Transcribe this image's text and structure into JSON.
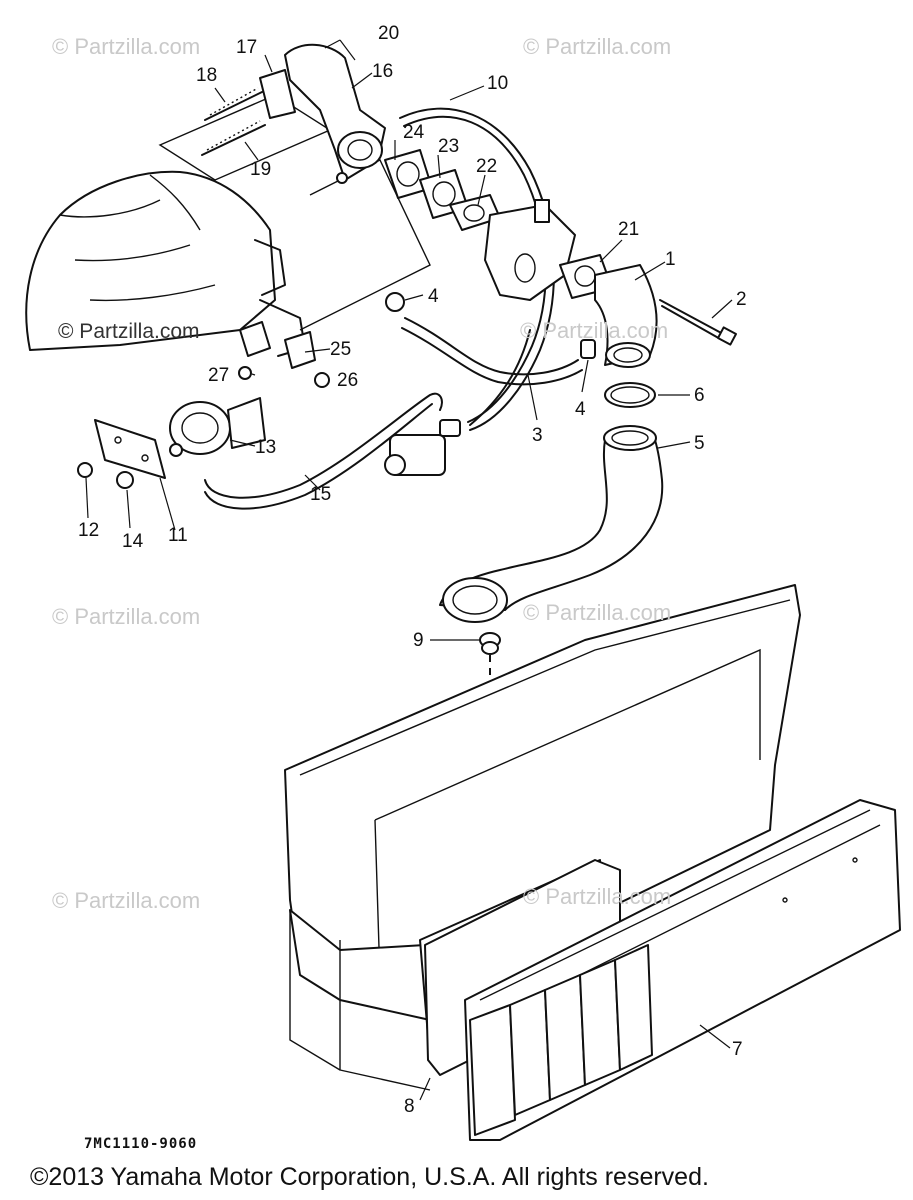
{
  "diagram": {
    "drawing_code": "7MC1110-9060",
    "copyright": "©2013 Yamaha Motor Corporation, U.S.A. All rights reserved.",
    "watermarks": [
      "© Partzilla.com",
      "© Partzilla.com",
      "© Partzilla.com",
      "© Partzilla.com",
      "© Partzilla.com",
      "© Partzilla.com",
      "© Partzilla.com",
      "© Partzilla.com"
    ],
    "callouts": [
      "1",
      "2",
      "3",
      "4",
      "4",
      "5",
      "6",
      "7",
      "8",
      "9",
      "10",
      "11",
      "12",
      "13",
      "14",
      "15",
      "16",
      "17",
      "18",
      "19",
      "20",
      "21",
      "22",
      "23",
      "24",
      "25",
      "26",
      "27"
    ]
  }
}
